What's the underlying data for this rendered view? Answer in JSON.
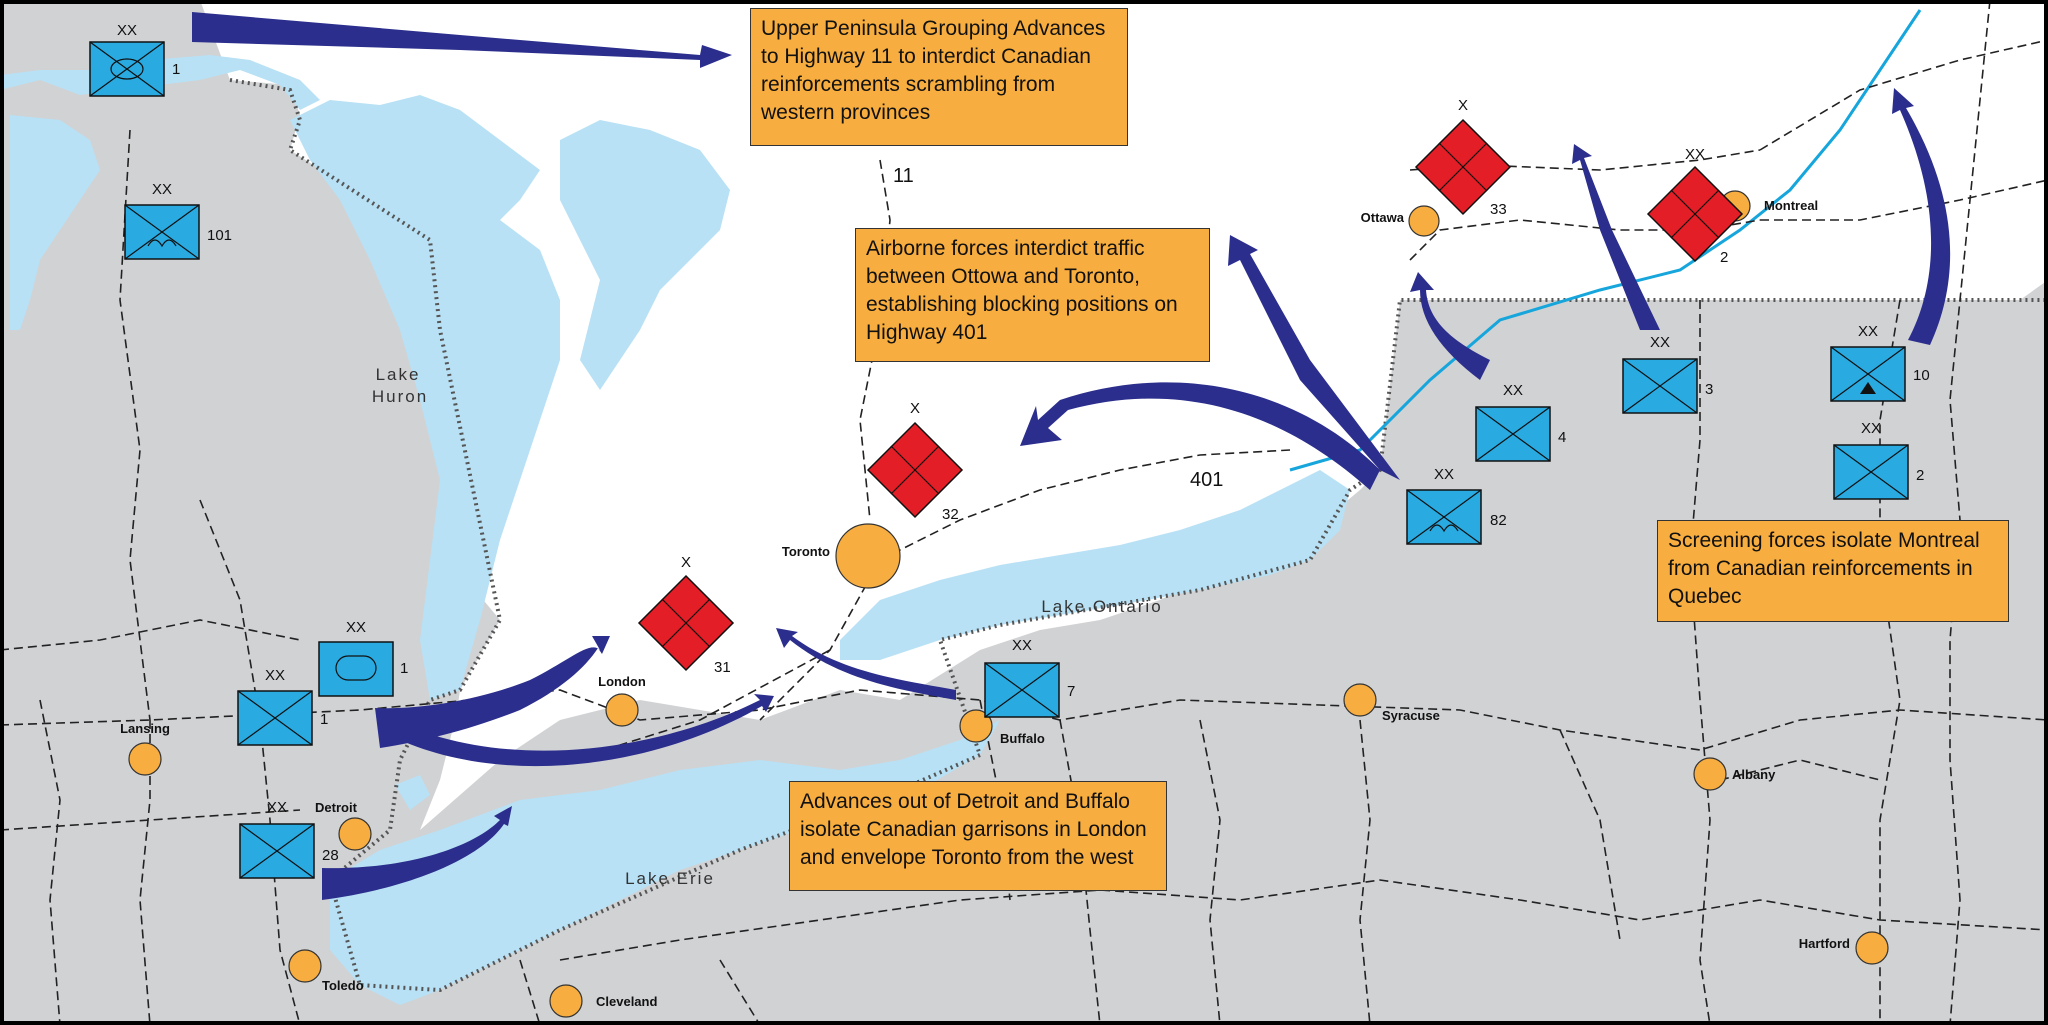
{
  "callouts": {
    "upper_peninsula": "Upper Peninsula Grouping Advances to Highway 11 to interdict Canadian reinforcements scrambling from western provinces",
    "airborne": "Airborne forces interdict traffic between Ottowa and Toronto, establishing blocking positions on Highway 401",
    "screening": "Screening forces isolate Montreal from Canadian reinforcements in Quebec",
    "detroit_buffalo": "Advances out of Detroit and Buffalo isolate Canadian garrisons in London and envelope Toronto from the west"
  },
  "cities": {
    "ottawa": "Ottawa",
    "montreal": "Montreal",
    "toronto": "Toronto",
    "london": "London",
    "lansing": "Lansing",
    "detroit": "Detroit",
    "buffalo": "Buffalo",
    "syracuse": "Syracuse",
    "albany": "Albany",
    "toledo": "Toledo",
    "cleveland": "Cleveland",
    "hartford": "Hartford"
  },
  "lakes": {
    "huron_1": "Lake",
    "huron_2": "Huron",
    "ontario": "Lake Ontario",
    "erie": "Lake Erie"
  },
  "highways": {
    "h11": "11",
    "h401": "401"
  },
  "units": {
    "u_up1": {
      "echelon": "XX",
      "number": "1"
    },
    "u_101": {
      "echelon": "XX",
      "number": "101"
    },
    "u_armor1": {
      "echelon": "XX",
      "number": "1"
    },
    "u_lansing1": {
      "echelon": "XX",
      "number": "1"
    },
    "u_28": {
      "echelon": "XX",
      "number": "28"
    },
    "u_7": {
      "echelon": "XX",
      "number": "7"
    },
    "u_82": {
      "echelon": "XX",
      "number": "82"
    },
    "u_4": {
      "echelon": "XX",
      "number": "4"
    },
    "u_3": {
      "echelon": "XX",
      "number": "3"
    },
    "u_10": {
      "echelon": "XX",
      "number": "10"
    },
    "u_2us": {
      "echelon": "XX",
      "number": "2"
    },
    "c_33": {
      "echelon": "X",
      "number": "33"
    },
    "c_2": {
      "echelon": "XX",
      "number": "2"
    },
    "c_32": {
      "echelon": "X",
      "number": "32"
    },
    "c_31": {
      "echelon": "X",
      "number": "31"
    }
  },
  "colors": {
    "us_land": "#d1d2d4",
    "canada_land": "#ffffff",
    "water": "#b8e1f5",
    "friendly_unit": "#29aae1",
    "enemy_unit": "#e31e26",
    "arrow": "#2b2e8c",
    "city": "#f7ad3f",
    "callout": "#f7ad3f",
    "river": "#16a6dc"
  }
}
